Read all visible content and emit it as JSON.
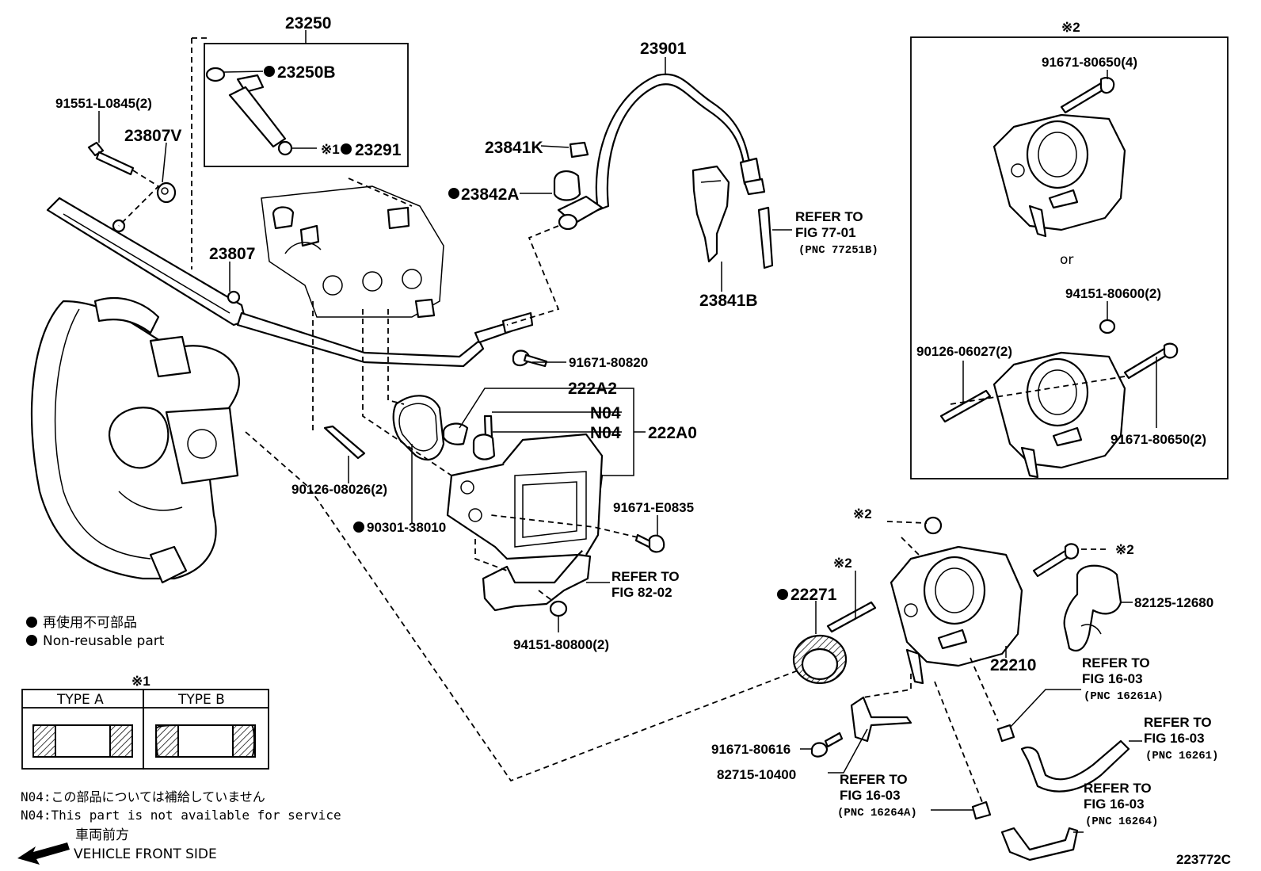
{
  "callouts": {
    "c23250": "23250",
    "c23250B": "23250B",
    "c23291": "23291",
    "c23291_mark": "※1",
    "c91551": "91551-L0845(2)",
    "c23807V": "23807V",
    "c23807": "23807",
    "c23901": "23901",
    "c23841K": "23841K",
    "c23842A": "23842A",
    "c23841B": "23841B",
    "ref77_1": "REFER TO",
    "ref77_2": "FIG 77-01",
    "ref77_3": "(PNC 77251B)",
    "c91671_80820": "91671-80820",
    "c222A2": "222A2",
    "cN04a": "N04",
    "cN04b": "N04",
    "c222A0": "222A0",
    "c90126_08026": "90126-08026(2)",
    "c90301": "90301-38010",
    "c91671_E0835": "91671-E0835",
    "ref82_1": "REFER TO",
    "ref82_2": "FIG 82-02",
    "c94151_80800": "94151-80800(2)",
    "mark2_inset": "※2",
    "c91671_80650_4": "91671-80650(4)",
    "or": "or",
    "c94151_80600": "94151-80600(2)",
    "c90126_06027": "90126-06027(2)",
    "c91671_80650_2": "91671-80650(2)",
    "mark2_a": "※2",
    "mark2_b": "※2",
    "mark2_c": "※2",
    "c22271": "22271",
    "c22210": "22210",
    "c82125": "82125-12680",
    "ref1626A_1": "REFER TO",
    "ref1626A_2": "FIG 16-03",
    "ref1626A_3": "(PNC 16261A)",
    "ref16261_1": "REFER TO",
    "ref16261_2": "FIG 16-03",
    "ref16261_3": "(PNC 16261)",
    "c91671_80616": "91671-80616",
    "c82715": "82715-10400",
    "ref16264A_1": "REFER TO",
    "ref16264A_2": "FIG 16-03",
    "ref16264A_3": "(PNC 16264A)",
    "ref16264_1": "REFER TO",
    "ref16264_2": "FIG 16-03",
    "ref16264_3": "(PNC 16264)"
  },
  "legend": {
    "nonreusable_jp": "再使用不可部品",
    "nonreusable_en": "Non-reusable part",
    "type_mark": "※1",
    "type_a": "TYPE A",
    "type_b": "TYPE B",
    "n04_jp": "N04:この部品については補給していません",
    "n04_en": "N04:This part is not available for service",
    "front_jp": "車両前方",
    "front_en": "VEHICLE FRONT SIDE"
  },
  "figure_id": "223772C"
}
